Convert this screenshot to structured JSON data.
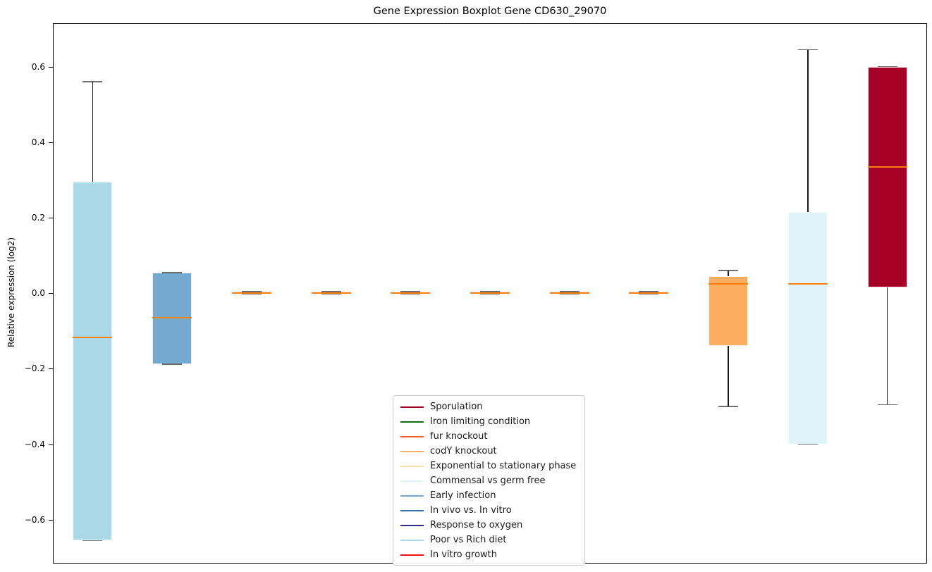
{
  "title": "Gene Expression Boxplot Gene CD630_29070",
  "chart_data": {
    "type": "boxplot",
    "title": "Gene Expression Boxplot Gene CD630_29070",
    "xlabel": "",
    "ylabel": "Relative expression (log2)",
    "ylim": [
      -0.716,
      0.715
    ],
    "yticks": [
      0.6,
      0.4,
      0.2,
      0.0,
      -0.2,
      -0.4,
      -0.6
    ],
    "ytick_labels": [
      "0.6",
      "0.4",
      "0.2",
      "0.0",
      "−0.2",
      "−0.4",
      "−0.6"
    ],
    "grid": false,
    "legend_position": "lower-center-inside",
    "median_color": "#FF7F0E",
    "whisker_color": "#1A1A1A",
    "series": [
      {
        "name": "Poor vs Rich diet",
        "color": "#A9D8E6",
        "whisker_low": -0.655,
        "q1": -0.655,
        "median": -0.118,
        "q3": 0.295,
        "whisker_high": 0.56
      },
      {
        "name": "Early infection",
        "color": "#74AAD0",
        "whisker_low": -0.188,
        "q1": -0.188,
        "median": -0.065,
        "q3": 0.055,
        "whisker_high": 0.055
      },
      {
        "name": "Iron limiting condition",
        "color": "#0F6F0F",
        "whisker_low": -0.002,
        "q1": -0.002,
        "median": 0.001,
        "q3": 0.004,
        "whisker_high": 0.004
      },
      {
        "name": "fur knockout",
        "color": "#F85C28",
        "whisker_low": -0.002,
        "q1": -0.002,
        "median": 0.001,
        "q3": 0.004,
        "whisker_high": 0.004
      },
      {
        "name": "Exponential to stationary phase",
        "color": "#FFE0A8",
        "whisker_low": -0.002,
        "q1": -0.002,
        "median": 0.001,
        "q3": 0.004,
        "whisker_high": 0.004
      },
      {
        "name": "In vivo vs. In vitro",
        "color": "#3A70B2",
        "whisker_low": -0.002,
        "q1": -0.002,
        "median": 0.001,
        "q3": 0.004,
        "whisker_high": 0.004
      },
      {
        "name": "Response to oxygen",
        "color": "#2B2E8C",
        "whisker_low": -0.002,
        "q1": -0.002,
        "median": 0.001,
        "q3": 0.004,
        "whisker_high": 0.004
      },
      {
        "name": "In vitro growth",
        "color": "#EE1111",
        "whisker_low": -0.002,
        "q1": -0.002,
        "median": 0.001,
        "q3": 0.004,
        "whisker_high": 0.004
      },
      {
        "name": "codY knockout",
        "color": "#FBAD60",
        "whisker_low": -0.3,
        "q1": -0.14,
        "median": 0.025,
        "q3": 0.045,
        "whisker_high": 0.06
      },
      {
        "name": "Commensal vs germ free",
        "color": "#E0F3F9",
        "whisker_low": -0.4,
        "q1": -0.4,
        "median": 0.025,
        "q3": 0.215,
        "whisker_high": 0.645
      },
      {
        "name": "Sporulation",
        "color": "#A50026",
        "whisker_low": -0.295,
        "q1": 0.015,
        "median": 0.335,
        "q3": 0.6,
        "whisker_high": 0.6
      }
    ],
    "legend": [
      {
        "label": "Sporulation",
        "color": "#A50026"
      },
      {
        "label": "Iron limiting condition",
        "color": "#0F6F0F"
      },
      {
        "label": "fur knockout",
        "color": "#F85C28"
      },
      {
        "label": "codY knockout",
        "color": "#FBAD60"
      },
      {
        "label": "Exponential to stationary phase",
        "color": "#FFE0A8"
      },
      {
        "label": "Commensal vs germ free",
        "color": "#E0F3F9"
      },
      {
        "label": "Early infection",
        "color": "#74AAD0"
      },
      {
        "label": "In vivo vs. In vitro",
        "color": "#3A70B2"
      },
      {
        "label": "Response to oxygen",
        "color": "#2B2E8C"
      },
      {
        "label": "Poor vs Rich diet",
        "color": "#A9D8E6"
      },
      {
        "label": "In vitro growth",
        "color": "#EE1111"
      }
    ]
  }
}
